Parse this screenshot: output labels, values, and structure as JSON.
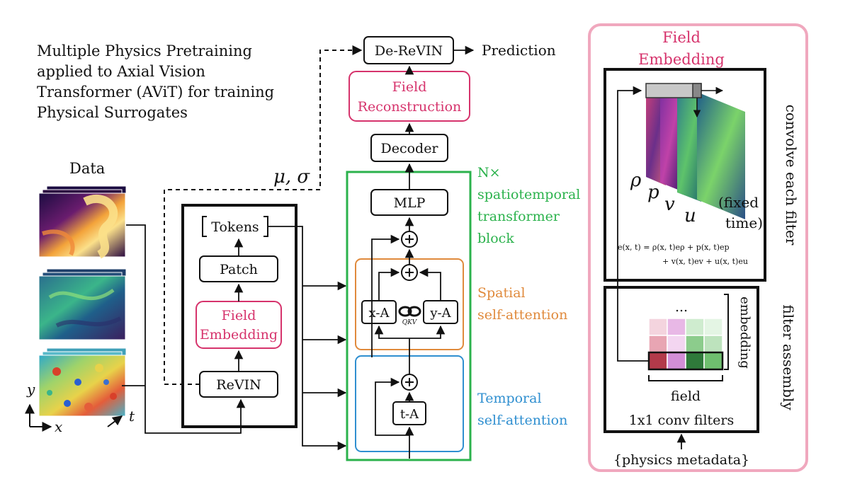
{
  "title_lines": [
    "Multiple Physics Pretraining",
    "applied to Axial Vision",
    "Transformer (AViT) for training",
    "Physical Surrogates"
  ],
  "data_label": "Data",
  "axes": {
    "y": "y",
    "x": "x",
    "t": "t"
  },
  "encoder": {
    "tokens": "Tokens",
    "patch": "Patch",
    "field_embedding_1": "Field",
    "field_embedding_2": "Embedding",
    "revin": "ReVIN"
  },
  "stats_label": "μ, σ",
  "block": {
    "repeat_1": "N×",
    "repeat_2": "spatiotemporal",
    "repeat_3": "transformer",
    "repeat_4": "block",
    "mlp": "MLP",
    "xa": "x-A",
    "ya": "y-A",
    "qkv": "QKV",
    "ta": "t-A",
    "spatial_1": "Spatial",
    "spatial_2": "self-attention",
    "temporal_1": "Temporal",
    "temporal_2": "self-attention"
  },
  "head": {
    "decoder": "Decoder",
    "recon_1": "Field",
    "recon_2": "Reconstruction",
    "derevin": "De-ReVIN",
    "prediction": "Prediction"
  },
  "panel": {
    "title_1": "Field",
    "title_2": "Embedding",
    "convolve": "convolve each filter",
    "rho": "ρ",
    "p": "p",
    "v": "v",
    "u": "u",
    "fixed_1": "(fixed",
    "fixed_2": "time)",
    "eq_1": "e(x, t) = ρ(x, t)eρ + p(x, t)ep",
    "eq_2": "+ v(x, t)ev + u(x, t)eu",
    "dots": "...",
    "embedding": "embedding",
    "field": "field",
    "filter_assembly": "filter assembly",
    "conv_filters": "1x1 conv filters",
    "metadata": "{physics metadata}"
  },
  "colors": {
    "pink": "#d6336c",
    "green": "#2bb24c",
    "orange": "#e08a3c",
    "blue": "#2f8fd0",
    "black": "#111111"
  }
}
